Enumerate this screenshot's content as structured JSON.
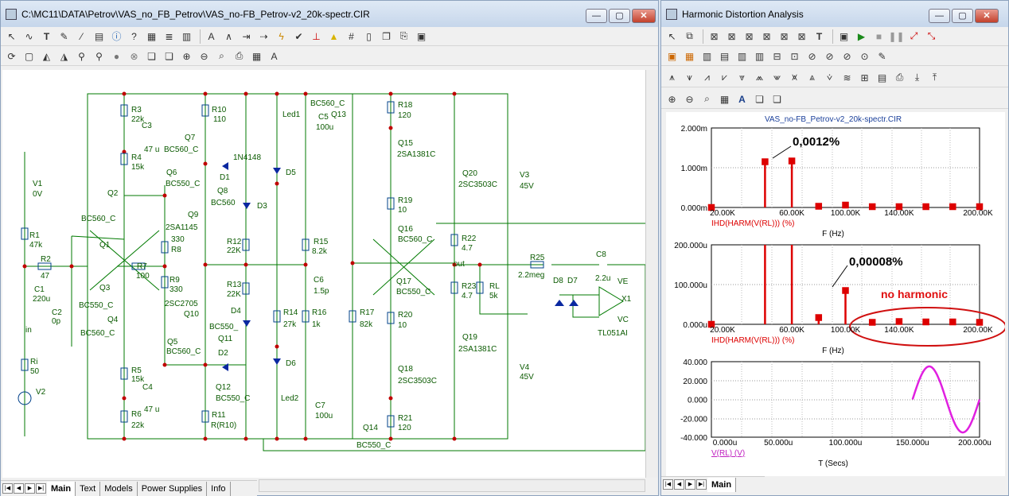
{
  "schematic": {
    "title": "C:\\MC11\\DATA\\Petrov\\VAS_no_FB_Petrov\\VAS_no-FB_Petrov-v2_20k-spectr.CIR",
    "tabs": [
      "Main",
      "Text",
      "Models",
      "Power Supplies",
      "Info"
    ],
    "labels": [
      [
        "R3",
        162,
        140
      ],
      [
        "22k",
        162,
        152
      ],
      [
        "C3",
        175,
        160
      ],
      [
        "47 u",
        178,
        190
      ],
      [
        "R4",
        162,
        200
      ],
      [
        "15k",
        162,
        212
      ],
      [
        "Q7",
        229,
        175
      ],
      [
        "BC560_C",
        203,
        190
      ],
      [
        "R10",
        263,
        140
      ],
      [
        "110",
        265,
        152
      ],
      [
        "1N4148",
        290,
        200
      ],
      [
        "D1",
        273,
        225
      ],
      [
        "Q6",
        206,
        219
      ],
      [
        "BC550_C",
        205,
        233
      ],
      [
        "Q8",
        270,
        242
      ],
      [
        "BC560",
        262,
        257
      ],
      [
        "D3",
        320,
        261
      ],
      [
        "Q2",
        132,
        245
      ],
      [
        "BC560_C",
        99,
        277
      ],
      [
        "Q9",
        233,
        272
      ],
      [
        "2SA1145",
        205,
        288
      ],
      [
        "330",
        212,
        303
      ],
      [
        "R8",
        212,
        316
      ],
      [
        "R12",
        282,
        306
      ],
      [
        "22K",
        282,
        317
      ],
      [
        "Q1",
        122,
        310
      ],
      [
        "R7",
        169,
        337
      ],
      [
        "100",
        168,
        349
      ],
      [
        "R9",
        210,
        354
      ],
      [
        "330",
        210,
        366
      ],
      [
        "R13",
        282,
        360
      ],
      [
        "22K",
        282,
        372
      ],
      [
        "2SC2705",
        204,
        384
      ],
      [
        "Q10",
        228,
        397
      ],
      [
        "D4",
        287,
        393
      ],
      [
        "Q3",
        122,
        364
      ],
      [
        "BC550_C",
        96,
        386
      ],
      [
        "Q4",
        132,
        404
      ],
      [
        "BC560_C",
        98,
        421
      ],
      [
        "BC550_",
        260,
        413
      ],
      [
        "Q11",
        271,
        428
      ],
      [
        "C4",
        176,
        489
      ],
      [
        "Q5",
        207,
        432
      ],
      [
        "BC560_C",
        206,
        444
      ],
      [
        "D2",
        271,
        446
      ],
      [
        "R5",
        162,
        468
      ],
      [
        "15k",
        162,
        479
      ],
      [
        "47 u",
        178,
        517
      ],
      [
        "R6",
        162,
        523
      ],
      [
        "22k",
        162,
        537
      ],
      [
        "Q12",
        268,
        489
      ],
      [
        "BC550_C",
        268,
        503
      ],
      [
        "R11",
        263,
        524
      ],
      [
        "R(R10)",
        262,
        537
      ],
      [
        "V1",
        38,
        233
      ],
      [
        "0V",
        38,
        246
      ],
      [
        "R1",
        34,
        298
      ],
      [
        "47k",
        34,
        310
      ],
      [
        "R2",
        48,
        328
      ],
      [
        "47",
        48,
        349
      ],
      [
        "C1",
        40,
        366
      ],
      [
        "220u",
        38,
        378
      ],
      [
        "C2",
        62,
        395
      ],
      [
        "0p",
        62,
        406
      ],
      [
        "in",
        29,
        417
      ],
      [
        "Ri",
        35,
        457
      ],
      [
        "50",
        35,
        469
      ],
      [
        "V2",
        42,
        495
      ],
      [
        "BC560_C",
        387,
        132
      ],
      [
        "Led1",
        352,
        146
      ],
      [
        "C5",
        397,
        149
      ],
      [
        "100u",
        394,
        162
      ],
      [
        "Q13",
        413,
        146
      ],
      [
        "D5",
        356,
        219
      ],
      [
        "R15",
        391,
        306
      ],
      [
        "8.2k",
        389,
        318
      ],
      [
        "C6",
        391,
        354
      ],
      [
        "1.5p",
        391,
        368
      ],
      [
        "R14",
        353,
        395
      ],
      [
        "27k",
        353,
        410
      ],
      [
        "R16",
        389,
        395
      ],
      [
        "1k",
        389,
        410
      ],
      [
        "D6",
        356,
        459
      ],
      [
        "Led2",
        350,
        503
      ],
      [
        "C7",
        393,
        512
      ],
      [
        "100u",
        393,
        525
      ],
      [
        "Q14",
        453,
        540
      ],
      [
        "BC550_C",
        445,
        562
      ],
      [
        "R18",
        497,
        134
      ],
      [
        "120",
        497,
        147
      ],
      [
        "Q15",
        497,
        182
      ],
      [
        "2SA1381C",
        496,
        196
      ],
      [
        "R19",
        497,
        254
      ],
      [
        "10",
        497,
        266
      ],
      [
        "Q16",
        497,
        290
      ],
      [
        "BC560_C",
        497,
        303
      ],
      [
        "R17",
        449,
        395
      ],
      [
        "82k",
        449,
        410
      ],
      [
        "Q17",
        495,
        356
      ],
      [
        "BC550_C",
        495,
        369
      ],
      [
        "R20",
        497,
        398
      ],
      [
        "10",
        497,
        411
      ],
      [
        "Q18",
        497,
        466
      ],
      [
        "2SC3503C",
        497,
        481
      ],
      [
        "R21",
        497,
        528
      ],
      [
        "120",
        497,
        540
      ],
      [
        "Q20",
        578,
        220
      ],
      [
        "2SC3503C",
        573,
        234
      ],
      [
        "V3",
        650,
        222
      ],
      [
        "45V",
        650,
        236
      ],
      [
        "R22",
        577,
        302
      ],
      [
        "4.7",
        577,
        314
      ],
      [
        "out",
        567,
        334
      ],
      [
        "R23",
        577,
        362
      ],
      [
        "4.7",
        577,
        374
      ],
      [
        "RL",
        612,
        362
      ],
      [
        "5k",
        612,
        374
      ],
      [
        "Q19",
        578,
        426
      ],
      [
        "2SA1381C",
        573,
        441
      ],
      [
        "V4",
        650,
        464
      ],
      [
        "45V",
        650,
        476
      ],
      [
        "R25",
        663,
        326
      ],
      [
        "2.2meg",
        648,
        348
      ],
      [
        "C8",
        746,
        322
      ],
      [
        "2.2u",
        745,
        352
      ],
      [
        "D8",
        692,
        355
      ],
      [
        "D7",
        710,
        355
      ],
      [
        "VE",
        773,
        356
      ],
      [
        "X1",
        778,
        378
      ],
      [
        "VC",
        773,
        404
      ],
      [
        "TL051AI",
        748,
        421
      ]
    ]
  },
  "hda": {
    "title": "Harmonic Distortion Analysis",
    "tabs": [
      "Main"
    ],
    "plot_title": "VAS_no-FB_Petrov-v2_20k-spectr.CIR",
    "plot1": {
      "y_ticks": [
        "2.000m",
        "1.000m",
        "0.000m"
      ],
      "x_ticks": [
        "20.00K",
        "60.00K",
        "100.00K",
        "140.00K",
        "200.00K"
      ],
      "trace": "IHD(HARM(V(RL))) (%)",
      "xunit": "F (Hz)",
      "annotation": "0,0012%"
    },
    "plot2": {
      "y_ticks": [
        "200.000u",
        "100.000u",
        "0.000u"
      ],
      "x_ticks": [
        "20.00K",
        "60.00K",
        "100.00K",
        "140.00K",
        "200.00K"
      ],
      "trace": "IHD(HARM(V(RL))) (%)",
      "xunit": "F (Hz)",
      "annotation": "0,00008%",
      "note": "no harmonic"
    },
    "plot3": {
      "y_ticks": [
        "40.000",
        "20.000",
        "0.000",
        "-20.000",
        "-40.000"
      ],
      "x_ticks": [
        "0.000u",
        "50.000u",
        "100.000u",
        "150.000u",
        "200.000u"
      ],
      "trace": "V(RL) (V)",
      "xunit": "T (Secs)"
    }
  },
  "chart_data": [
    {
      "type": "bar",
      "xlabel": "F (Hz)",
      "ylabel": "IHD(HARM(V(RL))) (%)",
      "xlim": [
        0,
        200000
      ],
      "ylim": [
        0,
        0.002
      ],
      "series": [
        {
          "name": "IHD(HARM(V(RL))) (%)",
          "x": [
            0,
            40000,
            60000,
            80000,
            100000,
            120000,
            140000,
            160000,
            180000,
            200000
          ],
          "values": [
            0,
            0.00115,
            0.00117,
            3e-05,
            6e-05,
            2e-05,
            2e-05,
            2e-05,
            2e-05,
            2e-05
          ]
        }
      ]
    },
    {
      "type": "bar",
      "xlabel": "F (Hz)",
      "ylabel": "IHD(HARM(V(RL))) (%)",
      "xlim": [
        0,
        200000
      ],
      "ylim": [
        0,
        0.0002
      ],
      "series": [
        {
          "name": "IHD(HARM(V(RL))) (%)",
          "x": [
            0,
            40000,
            60000,
            80000,
            100000,
            120000,
            140000,
            160000,
            180000,
            200000
          ],
          "values": [
            0,
            0.0002,
            0.0002,
            1.7e-05,
            8.5e-05,
            5e-06,
            7e-06,
            6e-06,
            6e-06,
            5e-06
          ]
        }
      ]
    },
    {
      "type": "line",
      "xlabel": "T (Secs)",
      "ylabel": "V(RL) (V)",
      "xlim": [
        0,
        0.0002
      ],
      "ylim": [
        -40,
        40
      ],
      "series": [
        {
          "name": "V(RL) (V)",
          "x": [
            0.00015,
            0.0001625,
            0.000175,
            0.0001875,
            0.0002
          ],
          "values": [
            0,
            35,
            0,
            -35,
            0
          ]
        }
      ]
    }
  ]
}
